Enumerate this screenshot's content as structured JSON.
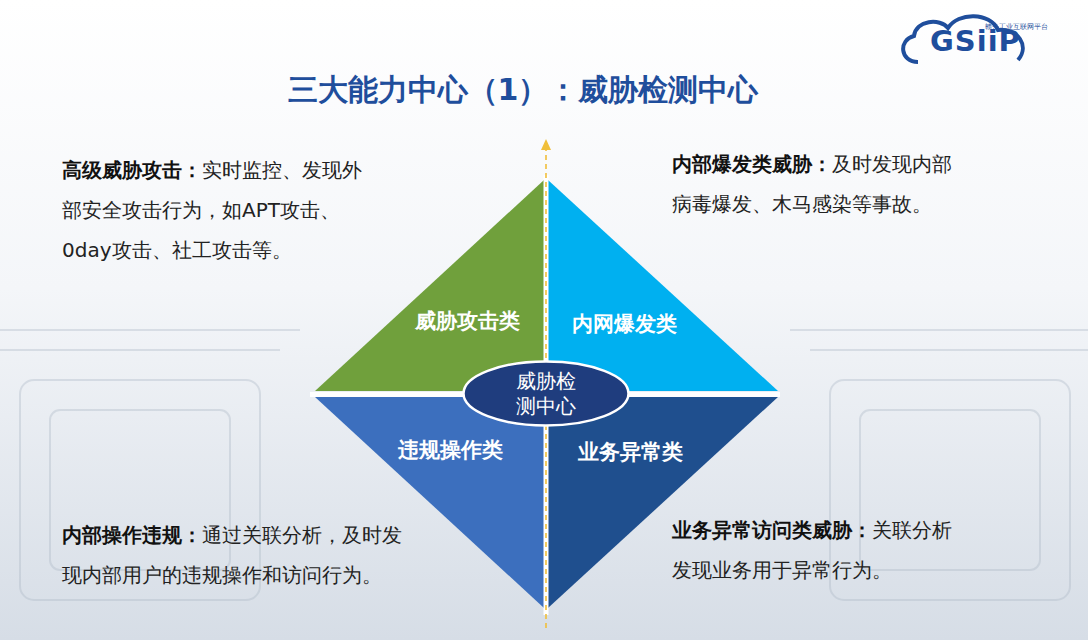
{
  "diagram": {
    "title": "三大能力中心（1）：威胁检测中心",
    "nodes": [
      {
        "text": [
          "威胁攻击类"
        ]
      },
      {
        "text": [
          "内网爆发类"
        ]
      },
      {
        "text": [
          "威胁检测中心"
        ]
      },
      {
        "text": [
          "违规操作类"
        ]
      },
      {
        "text": [
          "业务异常类"
        ]
      }
    ],
    "labels": [
      "GSiiP",
      "赣云工业互联网平台",
      "高级威胁攻击：",
      "实时监控、发现外部安全攻击行为，如APT攻击、0day攻击、社工攻击等。",
      "内部爆发类威胁：",
      "及时发现内部病毒爆发、木马感染等事故。",
      "内部操作违规：",
      "通过关联分析，及时发现内部用户的违规操作和访问行为。",
      "业务异常访问类威胁：",
      "关联分析发现业务用于异常行为。"
    ]
  }
}
